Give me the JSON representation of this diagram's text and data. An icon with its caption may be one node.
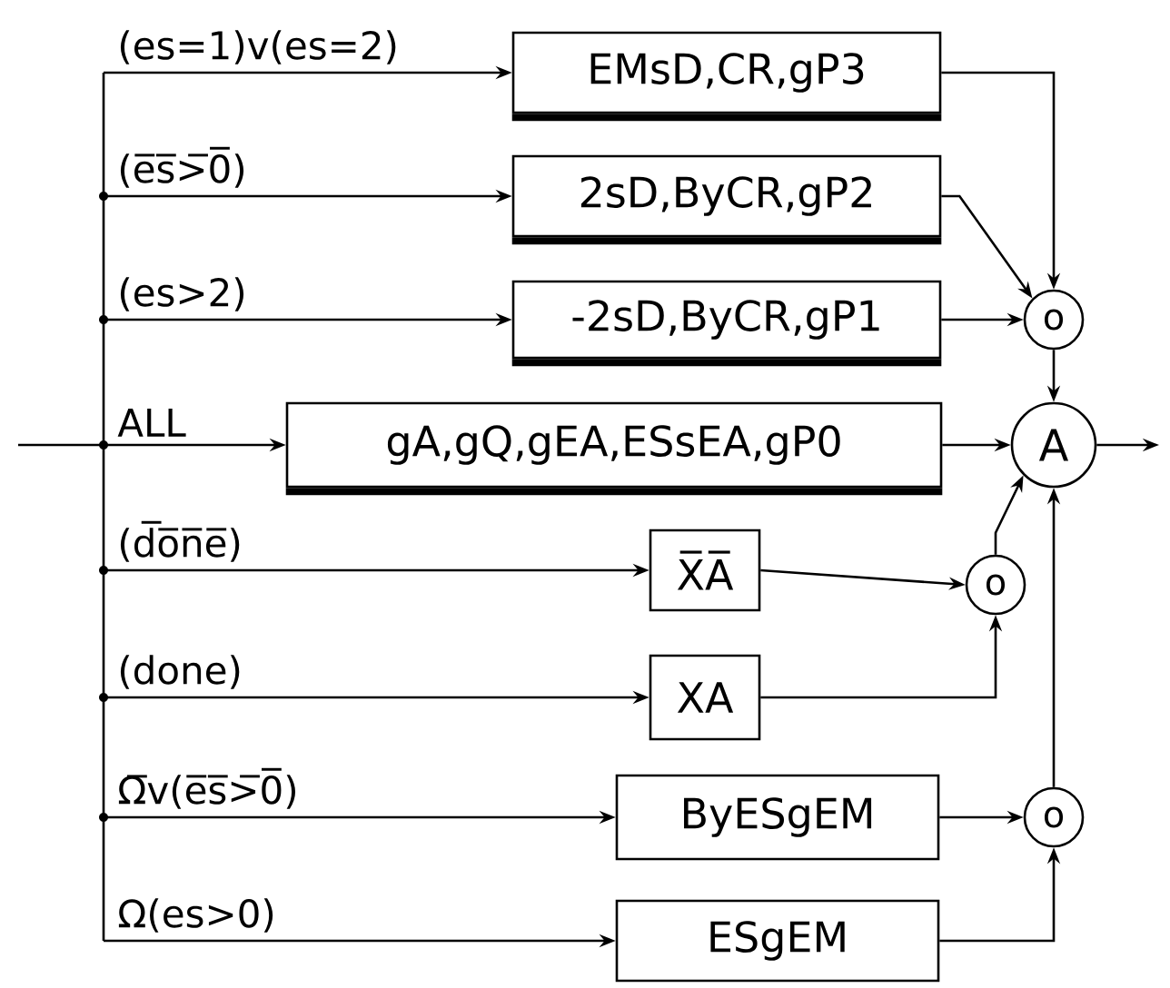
{
  "diagram": {
    "nodes": [
      {
        "text": [
          "EMsD,CR,gP3"
        ]
      },
      {
        "text": [
          "2sD,ByCR,gP2"
        ]
      },
      {
        "text": [
          "-2sD,ByCR,gP1"
        ]
      },
      {
        "text": [
          "gA,gQ,gEA,ESsEA,gP0"
        ]
      },
      {
        "text": [
          "X̅A̅"
        ]
      },
      {
        "text": [
          "XA"
        ]
      },
      {
        "text": [
          "ByESgEM"
        ]
      },
      {
        "text": [
          "ESgEM"
        ]
      },
      {
        "text": [
          "o"
        ]
      },
      {
        "text": [
          "A"
        ]
      },
      {
        "text": [
          "o"
        ]
      },
      {
        "text": [
          "o"
        ]
      }
    ],
    "edges": [
      {
        "from": null,
        "to": 0,
        "arrow": "to",
        "label": "(es=1)v(es=2)"
      },
      {
        "from": null,
        "to": 1,
        "arrow": "to",
        "label": "(e̅s̅>̅0̅)"
      },
      {
        "from": null,
        "to": 2,
        "arrow": "to",
        "label": "(es>2)"
      },
      {
        "from": null,
        "to": 3,
        "arrow": "to",
        "label": "ALL"
      },
      {
        "from": null,
        "to": 4,
        "arrow": "to",
        "label": "(d̅o̅n̅e̅)"
      },
      {
        "from": null,
        "to": 5,
        "arrow": "to",
        "label": "(done)"
      },
      {
        "from": null,
        "to": 6,
        "arrow": "to",
        "label": "Ω̅v(e̅s̅>̅0̅)"
      },
      {
        "from": null,
        "to": 7,
        "arrow": "to",
        "label": "Ω(es>0)"
      },
      {
        "from": 0,
        "to": 8,
        "arrow": "to"
      },
      {
        "from": 1,
        "to": 8,
        "arrow": "to"
      },
      {
        "from": 2,
        "to": 8,
        "arrow": "to"
      },
      {
        "from": 8,
        "to": 9,
        "arrow": "to"
      },
      {
        "from": 3,
        "to": 9,
        "arrow": "to"
      },
      {
        "from": 4,
        "to": 10,
        "arrow": "to"
      },
      {
        "from": 5,
        "to": 10,
        "arrow": "to"
      },
      {
        "from": 10,
        "to": 9,
        "arrow": "to"
      },
      {
        "from": 6,
        "to": 11,
        "arrow": "to"
      },
      {
        "from": 7,
        "to": 11,
        "arrow": "to"
      },
      {
        "from": 11,
        "to": 9,
        "arrow": "to"
      },
      {
        "from": 9,
        "to": null,
        "arrow": "to"
      }
    ]
  }
}
